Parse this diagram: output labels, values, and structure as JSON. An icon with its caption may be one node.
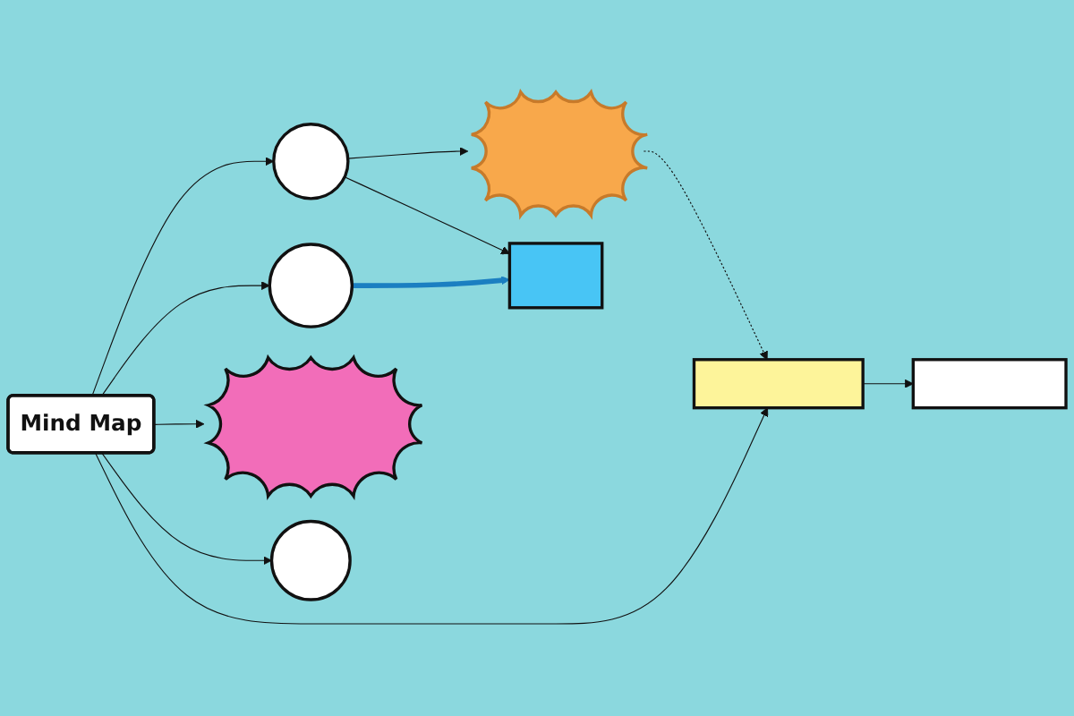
{
  "diagram": {
    "nodes": [
      {
        "text": [],
        "shape": "starburst"
      },
      {
        "text": [],
        "shape": "circle"
      },
      {
        "text": [],
        "shape": "box"
      },
      {
        "text": [],
        "shape": "box"
      },
      {
        "text": [
          "Mind Map"
        ]
      },
      {
        "text": [],
        "shape": "box"
      },
      {
        "text": [],
        "shape": "circle"
      },
      {
        "text": [],
        "shape": "starburst"
      },
      {
        "text": [],
        "shape": "circle"
      }
    ],
    "edges": [
      {
        "from": 1,
        "to": 0,
        "arrow": "to"
      },
      {
        "from": 0,
        "to": 2,
        "arrow": "to",
        "style": "dashed"
      },
      {
        "from": 4,
        "to": 1,
        "arrow": "to"
      },
      {
        "from": 1,
        "to": 3,
        "arrow": "to"
      },
      {
        "from": 4,
        "to": 2,
        "arrow": "to"
      },
      {
        "from": 2,
        "to": 5,
        "arrow": "to"
      },
      {
        "from": 6,
        "to": 3,
        "arrow": "to",
        "style": "thick",
        "color": "#1b7fc1"
      },
      {
        "from": 4,
        "to": 6,
        "arrow": "to"
      },
      {
        "from": 4,
        "to": 7,
        "arrow": "to"
      },
      {
        "from": 4,
        "to": 8,
        "arrow": "to"
      }
    ]
  }
}
